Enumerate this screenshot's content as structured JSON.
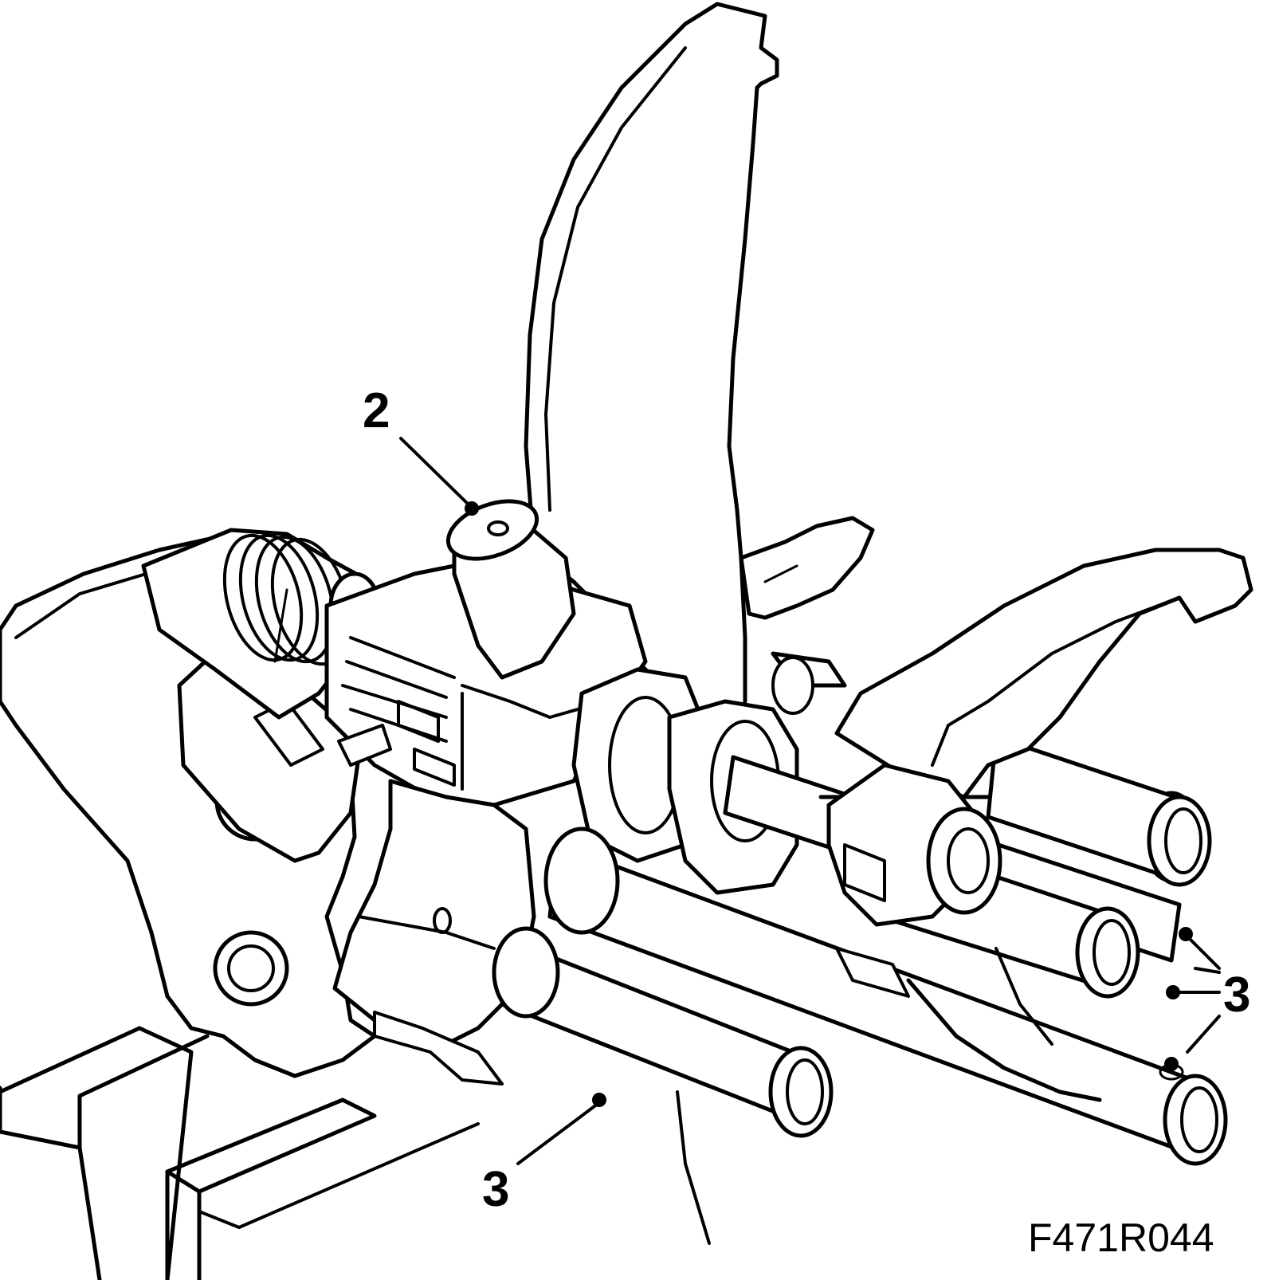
{
  "callouts": {
    "part_2": "2",
    "part_3_bottom": "3",
    "part_3_right": "3"
  },
  "figure_code": "F471R044",
  "colors": {
    "line": "#000000",
    "background": "#ffffff"
  }
}
